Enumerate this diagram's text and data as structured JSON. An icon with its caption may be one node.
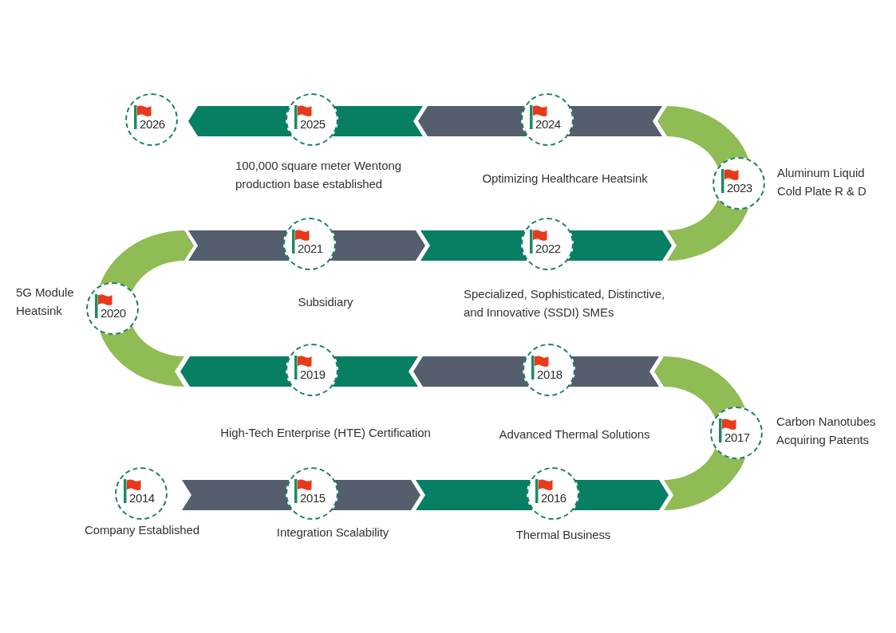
{
  "diagram": {
    "nodes": [
      {
        "text": [
          "2014"
        ],
        "beside": [
          "Company Established"
        ]
      },
      {
        "text": [
          "2015"
        ],
        "beside": [
          "Integration Scalability"
        ]
      },
      {
        "text": [
          "2016"
        ],
        "beside": [
          "Thermal Business"
        ]
      },
      {
        "text": [
          "2017"
        ],
        "beside": [
          "Carbon Nanotubes Acquiring Patents"
        ]
      },
      {
        "text": [
          "2018"
        ],
        "beside": [
          "Advanced Thermal Solutions"
        ]
      },
      {
        "text": [
          "2019"
        ],
        "beside": [
          "High-Tech Enterprise (HTE) Certification"
        ]
      },
      {
        "text": [
          "2020"
        ],
        "beside": [
          "5G Module Heatsink"
        ]
      },
      {
        "text": [
          "2021"
        ],
        "beside": [
          "Subsidiary"
        ]
      },
      {
        "text": [
          "2022"
        ],
        "beside": [
          "Specialized, Sophisticated, Distinctive, and Innovative (SSDI) SMEs"
        ]
      },
      {
        "text": [
          "2023"
        ],
        "beside": [
          "Aluminum Liquid Cold Plate R & D"
        ]
      },
      {
        "text": [
          "2024"
        ],
        "beside": [
          "Optimizing Healthcare Heatsink"
        ]
      },
      {
        "text": [
          "2025"
        ],
        "beside": [
          "100,000 square meter Wentong production base established"
        ]
      },
      {
        "text": [
          "2026"
        ]
      }
    ]
  }
}
